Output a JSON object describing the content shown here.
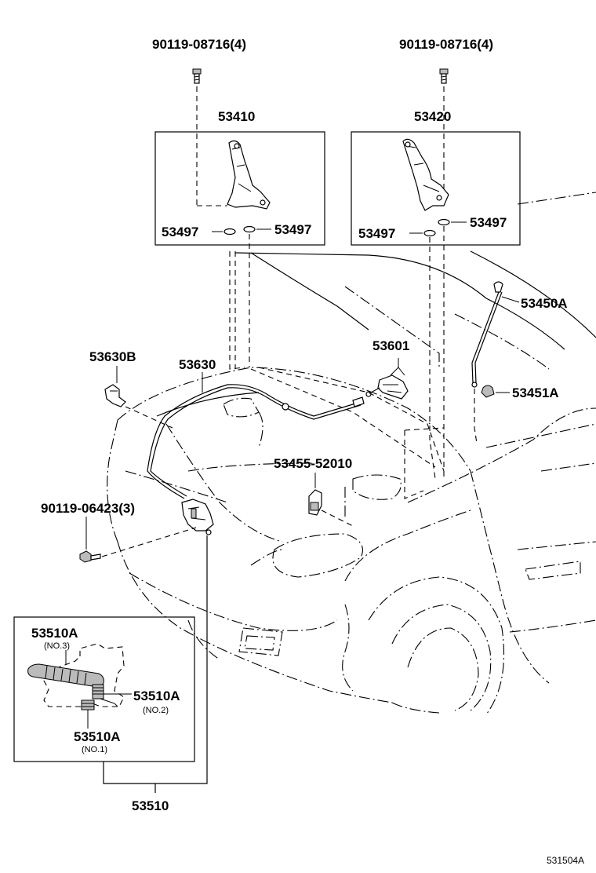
{
  "labels": {
    "bolt_left": "90119-08716(4)",
    "bolt_right": "90119-08716(4)",
    "hinge_left": "53410",
    "hinge_right": "53420",
    "washer_l1": "53497",
    "washer_l2": "53497",
    "washer_r1": "53497",
    "washer_r2": "53497",
    "support_rod": "53450A",
    "rod_holder": "53451A",
    "lever": "53601",
    "clip": "53630B",
    "cable": "53630",
    "bumper": "53455-52010",
    "bolt_lock": "90119-06423(3)",
    "lock_a": "53510A",
    "lock_a_no3": "(NO.3)",
    "lock_b": "53510A",
    "lock_b_no2": "(NO.2)",
    "lock_c": "53510A",
    "lock_c_no1": "(NO.1)",
    "lock_assy": "53510",
    "diagram_code": "531504A"
  }
}
